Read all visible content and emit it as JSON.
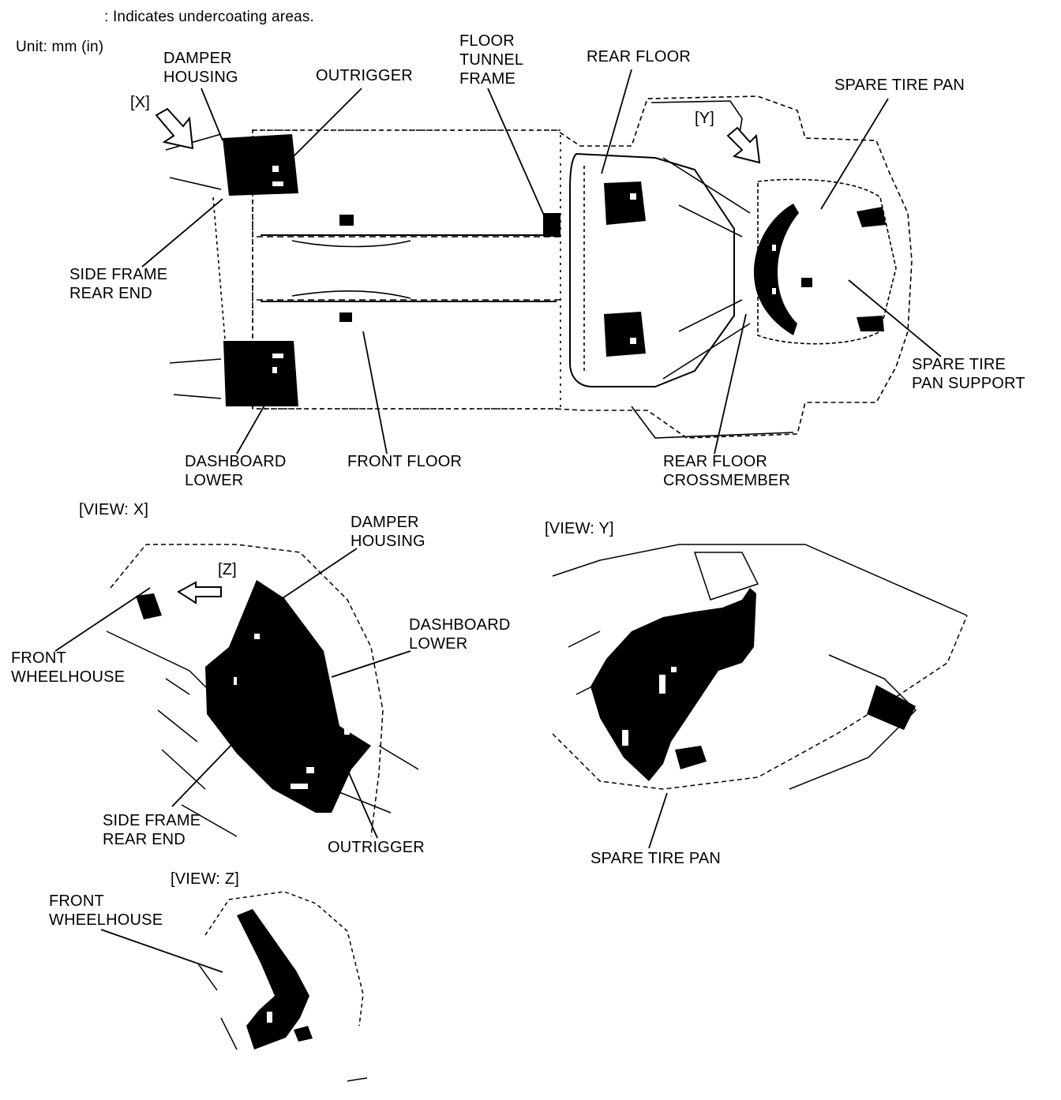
{
  "header": {
    "legend_text": ": Indicates undercoating areas.",
    "unit": "Unit: mm (in)"
  },
  "main_view": {
    "labels": {
      "damper_housing": "DAMPER\nHOUSING",
      "outrigger": "OUTRIGGER",
      "floor_tunnel_frame": "FLOOR\nTUNNEL\nFRAME",
      "rear_floor": "REAR FLOOR",
      "spare_tire_pan": "SPARE TIRE PAN",
      "side_frame_rear_end": "SIDE FRAME\nREAR END",
      "spare_tire_pan_support": "SPARE TIRE\nPAN SUPPORT",
      "dashboard_lower": "DASHBOARD\nLOWER",
      "front_floor": "FRONT FLOOR",
      "rear_floor_crossmember": "REAR FLOOR\nCROSSMEMBER",
      "view_x_marker": "[X]",
      "view_y_marker": "[Y]"
    }
  },
  "view_x": {
    "title": "[VIEW: X]",
    "labels": {
      "damper_housing": "DAMPER\nHOUSING",
      "dashboard_lower": "DASHBOARD\nLOWER",
      "front_wheelhouse": "FRONT\nWHEELHOUSE",
      "side_frame_rear_end": "SIDE FRAME\nREAR END",
      "outrigger": "OUTRIGGER",
      "view_z_marker": "[Z]"
    }
  },
  "view_y": {
    "title": "[VIEW: Y]",
    "labels": {
      "spare_tire_pan": "SPARE TIRE PAN"
    }
  },
  "view_z": {
    "title": "[VIEW: Z]",
    "labels": {
      "front_wheelhouse": "FRONT\nWHEELHOUSE"
    }
  },
  "colors": {
    "undercoat": "#000000",
    "line": "#000000",
    "background": "#ffffff"
  }
}
